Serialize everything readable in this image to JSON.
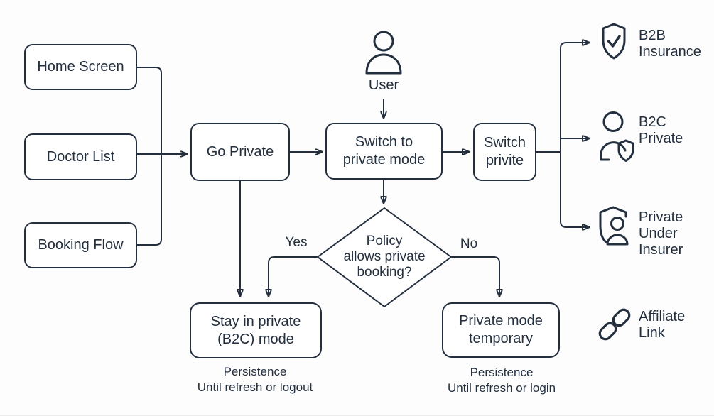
{
  "colors": {
    "ink": "#232f3e",
    "background": "#fdfdfd",
    "node_fill": "#ffffff"
  },
  "nodes": {
    "home_screen": {
      "label": "Home Screen"
    },
    "doctor_list": {
      "label": "Doctor List"
    },
    "booking_flow": {
      "label": "Booking Flow"
    },
    "go_private": {
      "label": "Go Private"
    },
    "switch_to_private": {
      "line1": "Switch to",
      "line2": "private mode"
    },
    "switch_privite": {
      "line1": "Switch",
      "line2": "privite"
    },
    "stay_in_private": {
      "line1": "Stay in private",
      "line2": "(B2C) mode"
    },
    "private_mode_temporary": {
      "line1": "Private mode",
      "line2": "temporary"
    }
  },
  "user_label": "User",
  "decision": {
    "line1": "Policy",
    "line2": "allows private",
    "line3": "booking?"
  },
  "edge_labels": {
    "yes": "Yes",
    "no": "No"
  },
  "captions": {
    "left_line1": "Persistence",
    "left_line2": "Until refresh or logout",
    "right_line1": "Persistence",
    "right_line2": "Until refresh or login"
  },
  "outcomes": [
    {
      "icon": "shield-check",
      "line1": "B2B",
      "line2": "Insurance"
    },
    {
      "icon": "person-shield",
      "line1": "B2C",
      "line2": "Private"
    },
    {
      "icon": "shield-person",
      "line1": "Private",
      "line2": "Under",
      "line3": "Insurer"
    },
    {
      "icon": "chain-link",
      "line1": "Affiliate",
      "line2": "Link"
    }
  ]
}
